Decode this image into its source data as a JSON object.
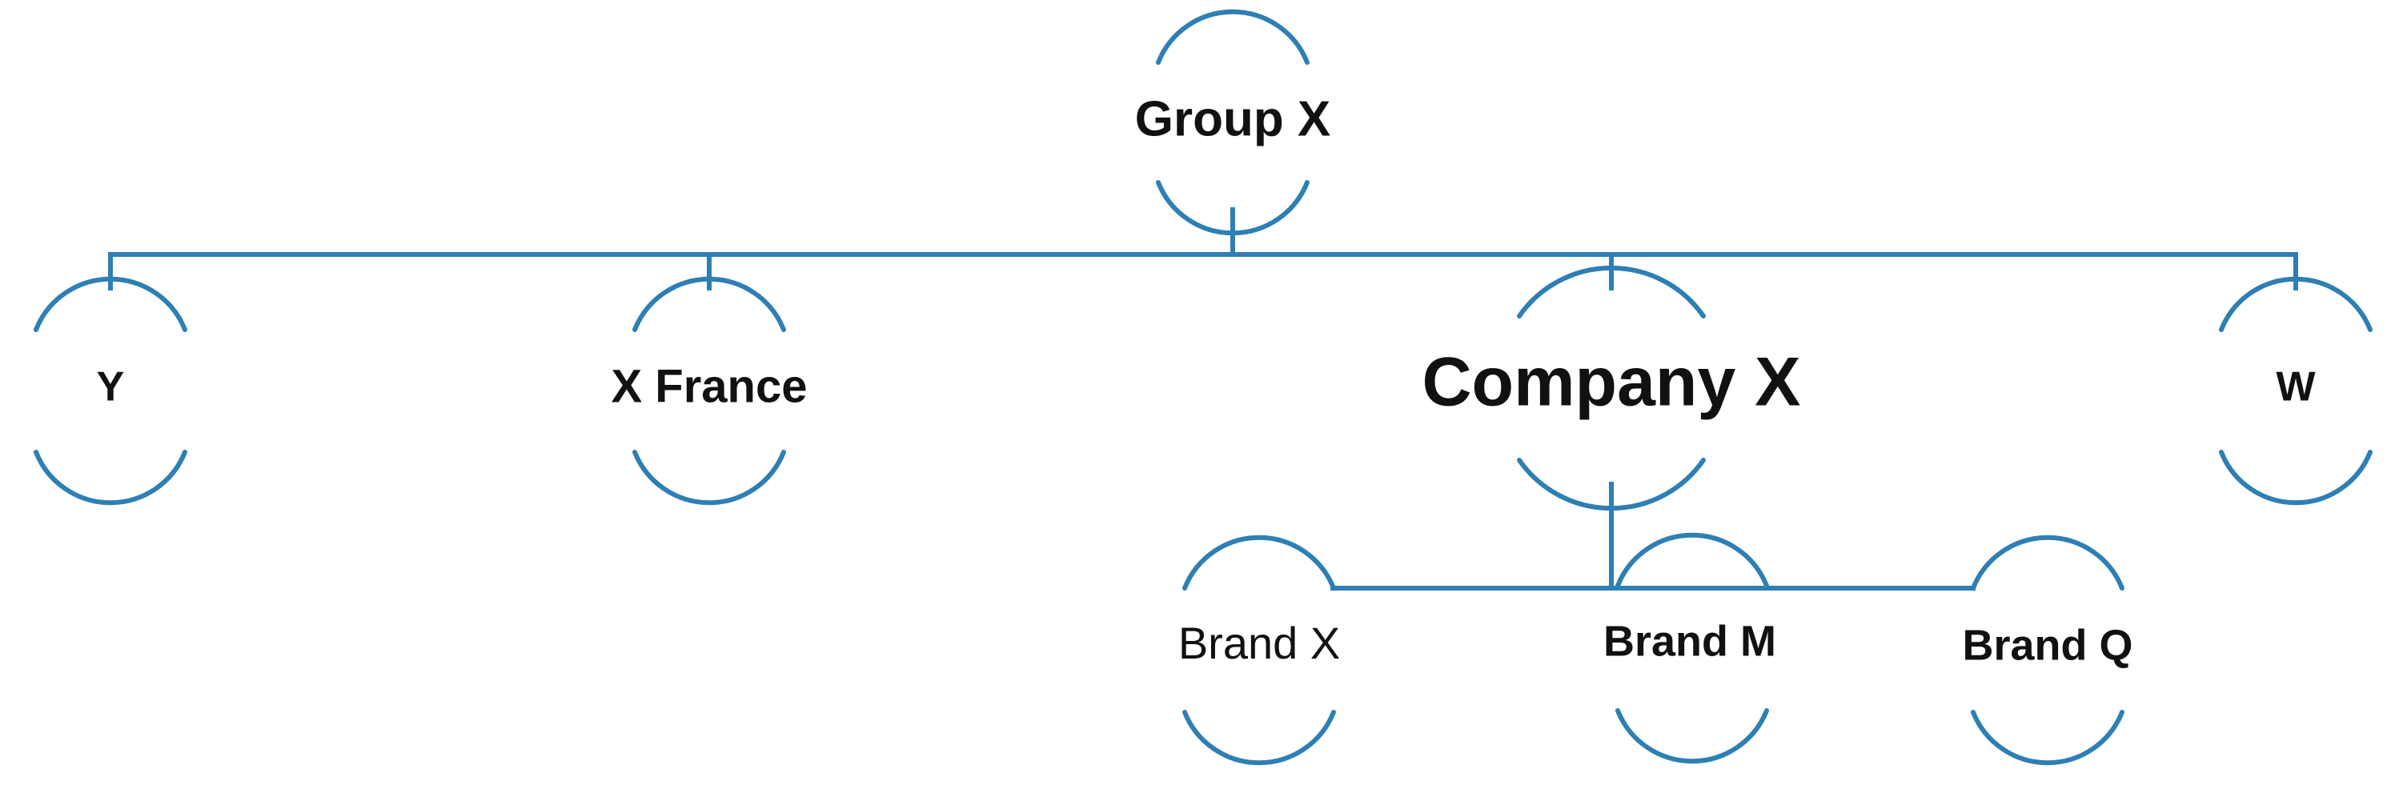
{
  "colors": {
    "line": "#2e7fb3",
    "text": "#111111"
  },
  "nodes": {
    "group_x": {
      "label": "Group X"
    },
    "y": {
      "label": "Y"
    },
    "x_france": {
      "label": "X France"
    },
    "company_x": {
      "label": "Company X"
    },
    "w": {
      "label": "W"
    },
    "brand_x": {
      "label": "Brand X"
    },
    "brand_m": {
      "label": "Brand M"
    },
    "brand_q": {
      "label": "Brand Q"
    }
  }
}
